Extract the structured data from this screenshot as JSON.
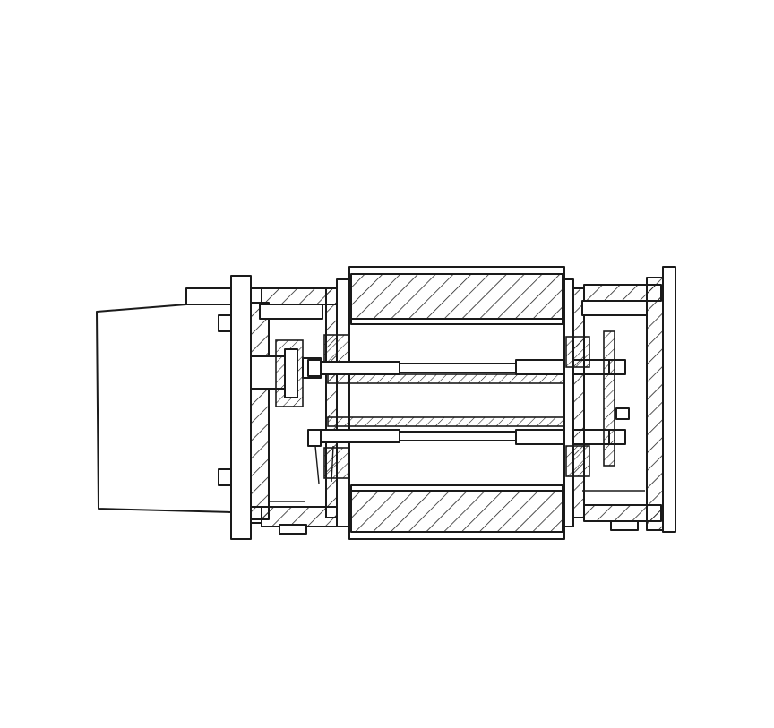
{
  "figure": {
    "ink_color": "#1a1a1a",
    "background_color": "#ffffff",
    "components": [
      "motor-housing",
      "left-end-flange",
      "left-bearing-housing",
      "drive-coupling",
      "main-roll-shell",
      "upper-shaft",
      "lower-shaft",
      "right-bearing-housing",
      "right-end-flange",
      "sprocket-disc"
    ]
  }
}
